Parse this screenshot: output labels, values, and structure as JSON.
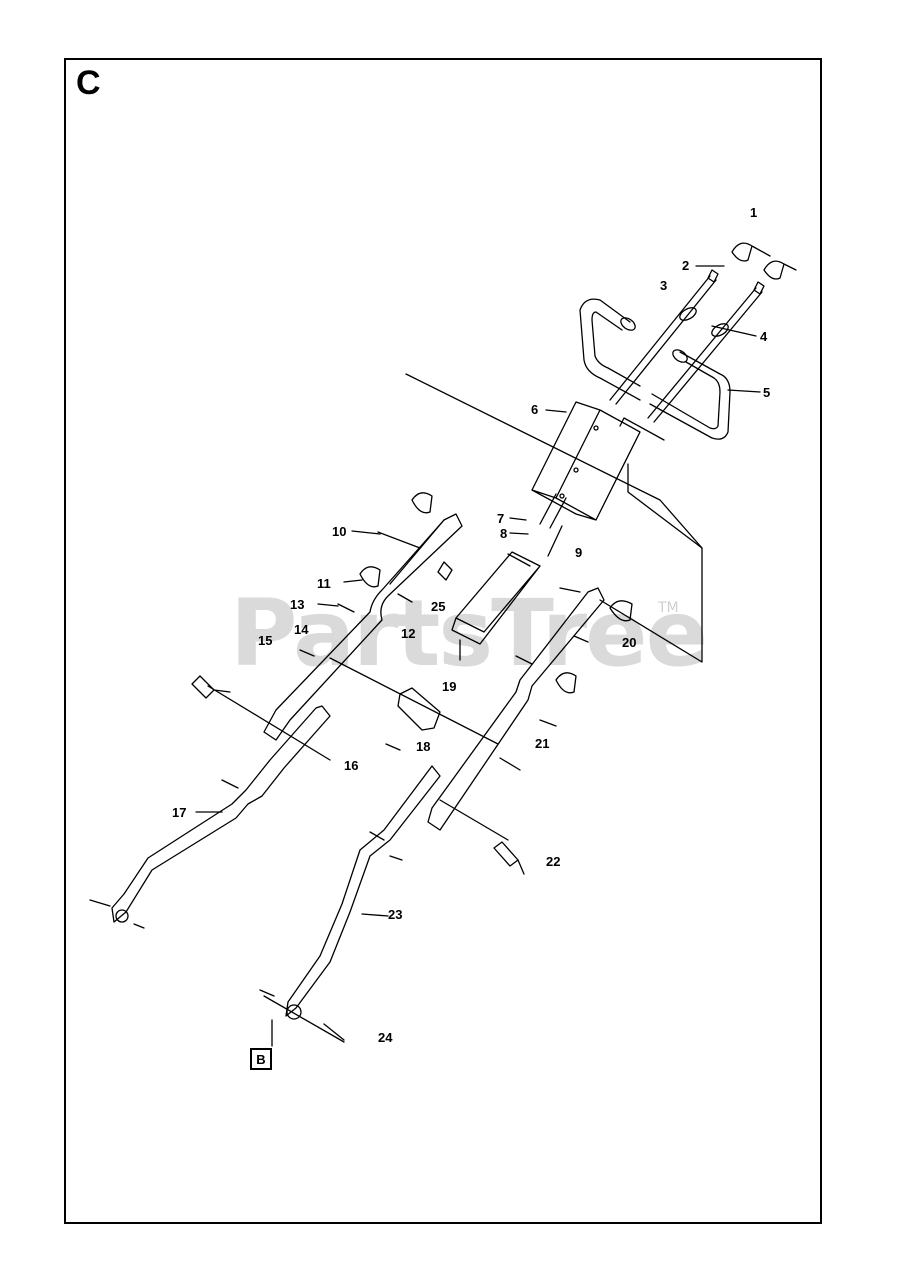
{
  "section_letter": "C",
  "reference_box": "B",
  "watermark": "PartsTree",
  "watermark_mark": "TM",
  "callouts": [
    "1",
    "2",
    "3",
    "4",
    "5",
    "6",
    "7",
    "8",
    "9",
    "10",
    "11",
    "12",
    "13",
    "14",
    "15",
    "16",
    "17",
    "18",
    "19",
    "20",
    "21",
    "22",
    "23",
    "24",
    "25"
  ]
}
